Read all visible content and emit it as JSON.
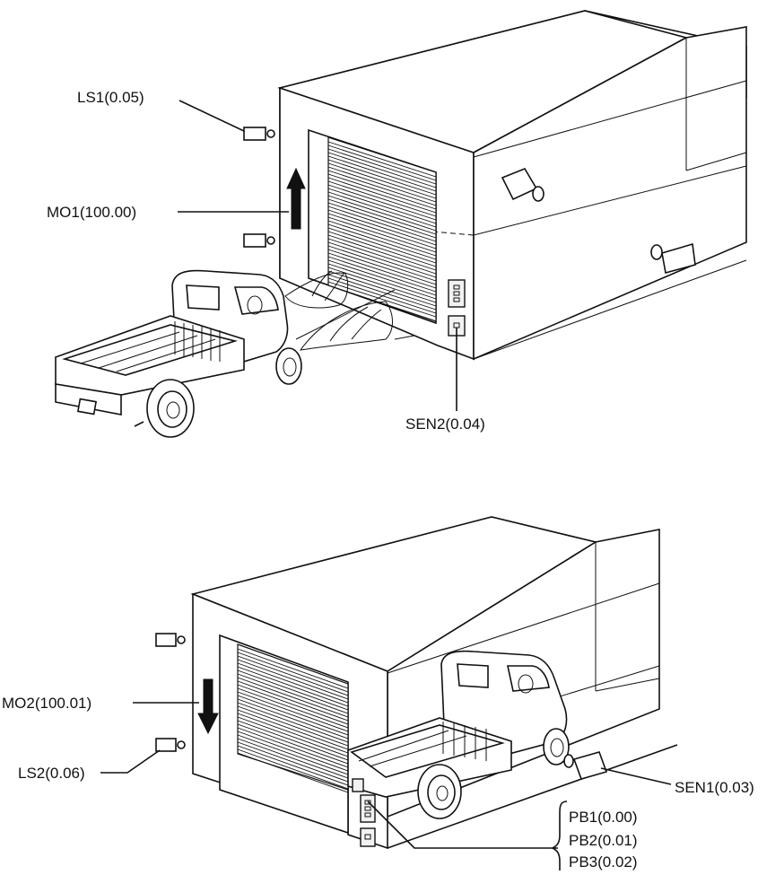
{
  "top_scene": {
    "labels": {
      "ls1": "LS1(0.05)",
      "mo1": "MO1(100.00)",
      "sen2": "SEN2(0.04)"
    }
  },
  "bottom_scene": {
    "labels": {
      "mo2": "MO2(100.01)",
      "ls2": "LS2(0.06)",
      "sen1": "SEN1(0.03)",
      "pb1": "PB1(0.00)",
      "pb2": "PB2(0.01)",
      "pb3": "PB3(0.02)"
    }
  },
  "colors": {
    "line": "#111111",
    "background": "#ffffff",
    "panel": "#f2f2f2"
  }
}
